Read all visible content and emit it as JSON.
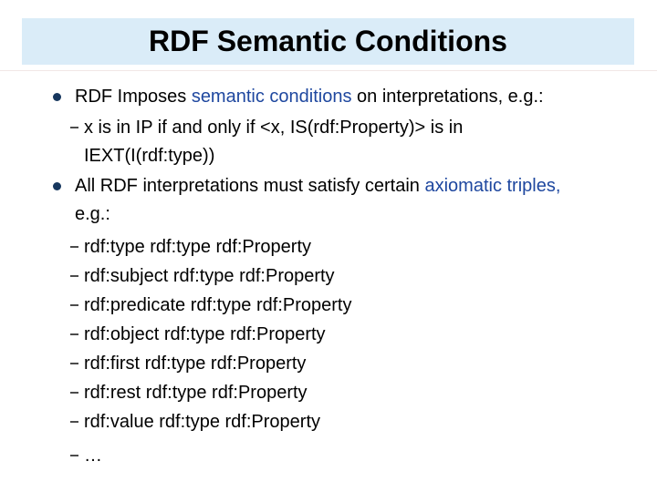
{
  "slide": {
    "title": "RDF Semantic Conditions",
    "colors": {
      "title_band_bg": "#daecf8",
      "bullet_dot": "#17375e",
      "highlight_text": "#1e479f",
      "body_text": "#000000",
      "dash": "#4c4c4c"
    },
    "bullets": [
      {
        "pre": "RDF Imposes ",
        "highlight": "semantic conditions",
        "post": " on interpretations, e.g.:",
        "sub": [
          "x is in IP if and only if <x, IS(rdf:Property)> is in IEXT(I(rdf:type))"
        ]
      },
      {
        "pre": "All RDF interpretations must satisfy certain ",
        "highlight": "axiomatic triples,",
        "post": "e.g.:",
        "sub": [
          "rdf:type rdf:type rdf:Property",
          "rdf:subject rdf:type rdf:Property",
          "rdf:predicate rdf:type rdf:Property",
          "rdf:object rdf:type rdf:Property",
          "rdf:first rdf:type rdf:Property",
          "rdf:rest rdf:type rdf:Property",
          "rdf:value rdf:type rdf:Property",
          "…"
        ]
      }
    ]
  }
}
